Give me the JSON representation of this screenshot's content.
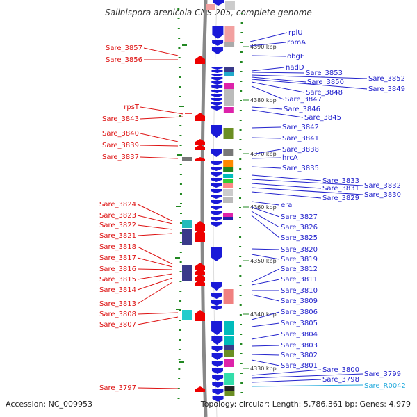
{
  "title": "Salinispora arenicola CNS-205, complete genome",
  "footer": {
    "accession": "Accession: NC_009953",
    "summary": "Topology: circular; Length: 5,786,361 bp; Genes: 4,979"
  },
  "colors": {
    "backbone": "#888888",
    "label_right": "#2222cc",
    "label_left": "#dd1111",
    "label_rna": "#22aadd",
    "tick_green": "#228822"
  },
  "kbp_ticks": [
    "4390 kbp",
    "4380 kbp",
    "4370 kbp",
    "4360 kbp",
    "4350 kbp",
    "4340 kbp",
    "4330 kbp"
  ],
  "right_labels": [
    "rplU",
    "rpmA",
    "obgE",
    "nadD",
    "Sare_3853",
    "Sare_3852",
    "Sare_3850",
    "Sare_3849",
    "Sare_3848",
    "Sare_3847",
    "Sare_3846",
    "Sare_3845",
    "Sare_3842",
    "Sare_3841",
    "Sare_3838",
    "hrcA",
    "Sare_3835",
    "Sare_3833",
    "Sare_3832",
    "Sare_3831",
    "Sare_3830",
    "Sare_3829",
    "era",
    "Sare_3827",
    "Sare_3826",
    "Sare_3825",
    "Sare_3820",
    "Sare_3819",
    "Sare_3812",
    "Sare_3811",
    "Sare_3810",
    "Sare_3809",
    "Sare_3806",
    "Sare_3805",
    "Sare_3804",
    "Sare_3803",
    "Sare_3802",
    "Sare_3801",
    "Sare_3800",
    "Sare_3799",
    "Sare_3798"
  ],
  "rna_labels": [
    "Sare_R0042"
  ],
  "left_labels": [
    "Sare_3857",
    "Sare_3856",
    "rpsT",
    "Sare_3843",
    "Sare_3840",
    "Sare_3839",
    "Sare_3837",
    "Sare_3824",
    "Sare_3823",
    "Sare_3822",
    "Sare_3821",
    "Sare_3818",
    "Sare_3817",
    "Sare_3816",
    "Sare_3815",
    "Sare_3814",
    "Sare_3813",
    "Sare_3808",
    "Sare_3807",
    "Sare_3797"
  ]
}
